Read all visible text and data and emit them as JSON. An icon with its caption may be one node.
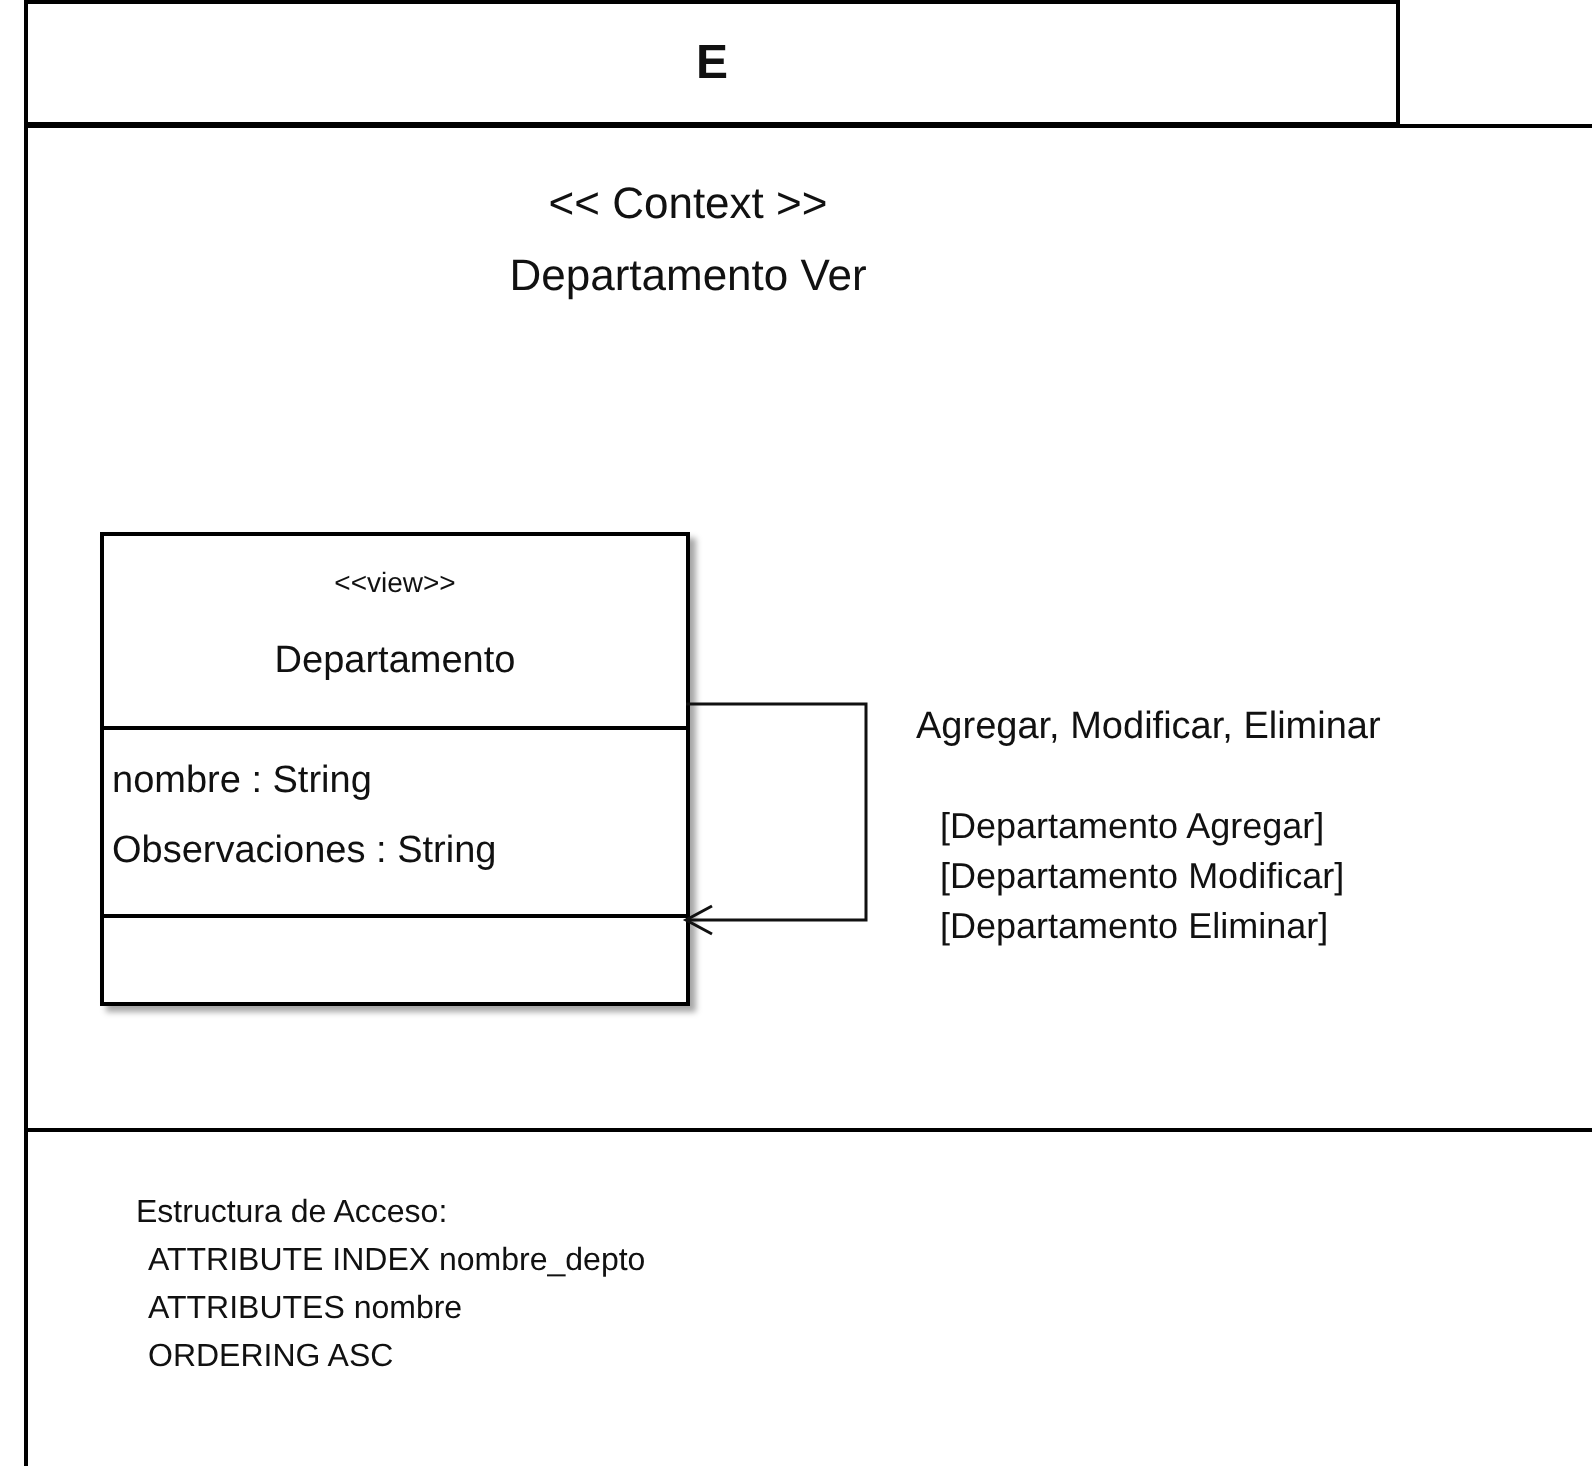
{
  "diagram": {
    "nodes": [
      {
        "text": [
          "E"
        ]
      },
      {
        "text": [
          "<< Context >>",
          "Departamento Ver"
        ]
      },
      {
        "text": [
          "<<view>>",
          "Departamento",
          "nombre : String",
          "Observaciones : String"
        ],
        "in": 1
      },
      {
        "text": [
          "Estructura de Acceso:",
          "ATTRIBUTE INDEX nombre_depto",
          "ATTRIBUTES nombre",
          "ORDERING ASC"
        ]
      }
    ],
    "edges": [
      {
        "from": 2,
        "to": 2,
        "arrow": "to",
        "label": "Agregar, Modificar, Eliminar"
      }
    ],
    "labels": [
      "[Departamento Agregar]",
      "[Departamento Modificar]",
      "[Departamento Eliminar]"
    ]
  }
}
